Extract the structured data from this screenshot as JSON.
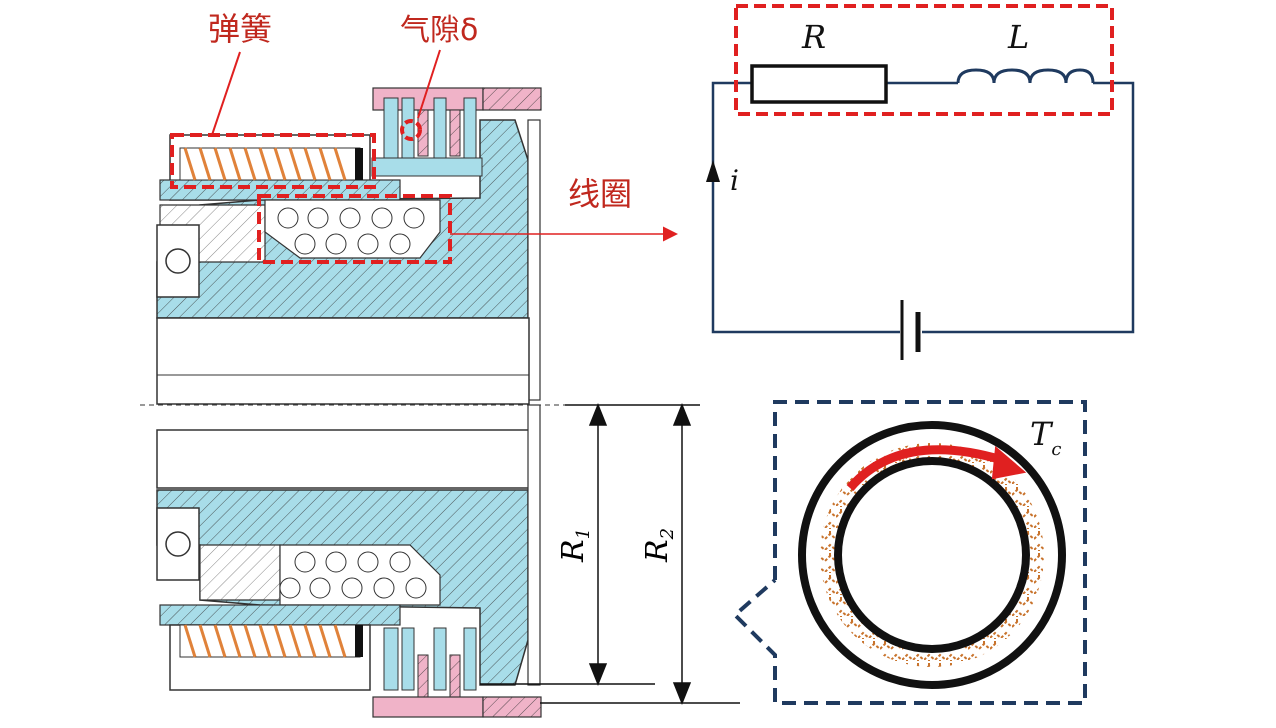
{
  "labels": {
    "spring": "弹簧",
    "air_gap": "气隙δ",
    "coil": "线圈",
    "resistor": "R",
    "inductor": "L",
    "current": "i",
    "torque_main": "T",
    "torque_sub": "c",
    "radius1_main": "R",
    "radius1_sub": "1",
    "radius2_main": "R",
    "radius2_sub": "2"
  },
  "colors": {
    "cyan_part": "#a8dde9",
    "pink_part": "#f0b3c8",
    "annotation_red": "#e02020",
    "circuit_line": "#1f3a5f",
    "dashed_navy": "#1f3a5f",
    "spring_orange": "#e0823a",
    "friction_brown": "#c8732c",
    "torque_arrow": "#e02020"
  }
}
